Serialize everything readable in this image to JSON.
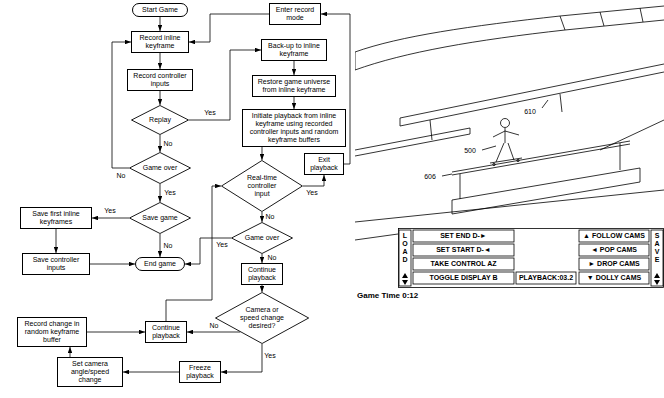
{
  "diagram": {
    "caption": "Game Time 0:12",
    "nodes": [
      {
        "text": [
          "Start Game"
        ]
      },
      {
        "text": [
          "Enter record mode"
        ]
      },
      {
        "text": [
          "Record inline keyframe"
        ]
      },
      {
        "text": [
          "Record controller inputs"
        ]
      },
      {
        "text": [
          "Back-up to inline keyframe"
        ]
      },
      {
        "text": [
          "Restore game universe from inline keyframe"
        ]
      },
      {
        "text": [
          "Replay"
        ]
      },
      {
        "text": [
          "Initiate playback from inline keyframe using recorded controller inputs and random keyframe buffers"
        ]
      },
      {
        "text": [
          "Game over"
        ]
      },
      {
        "text": [
          "Exit playback"
        ]
      },
      {
        "text": [
          "Real-time controller input"
        ]
      },
      {
        "text": [
          "Save game"
        ]
      },
      {
        "text": [
          "Save first inline keyframes"
        ]
      },
      {
        "text": [
          "Game over"
        ]
      },
      {
        "text": [
          "Save controller inputs"
        ]
      },
      {
        "text": [
          "End game"
        ]
      },
      {
        "text": [
          "Continue playback"
        ]
      },
      {
        "text": [
          "Record change in random keyframe buffer"
        ]
      },
      {
        "text": [
          "Continue playback"
        ]
      },
      {
        "text": [
          "Camera or speed change desired?"
        ]
      },
      {
        "text": [
          "Set camera angle/speed change"
        ]
      },
      {
        "text": [
          "Freeze playback"
        ]
      }
    ],
    "edges": [
      {
        "from": 0,
        "to": 2,
        "arrow": "to"
      },
      {
        "from": 2,
        "to": 3,
        "arrow": "to"
      },
      {
        "from": 3,
        "to": 6,
        "arrow": "to"
      },
      {
        "from": 6,
        "to": 4,
        "label": "Yes",
        "arrow": "to"
      },
      {
        "from": 6,
        "to": 8,
        "label": "No",
        "arrow": "to"
      },
      {
        "from": 4,
        "to": 5,
        "arrow": "to"
      },
      {
        "from": 5,
        "to": 7,
        "arrow": "to"
      },
      {
        "from": 7,
        "to": 10,
        "arrow": "to"
      },
      {
        "from": 10,
        "to": 9,
        "label": "Yes",
        "arrow": "to"
      },
      {
        "from": 9,
        "to": 1,
        "arrow": "to"
      },
      {
        "from": 1,
        "to": 2,
        "arrow": "to"
      },
      {
        "from": 8,
        "to": 2,
        "label": "No",
        "arrow": "to"
      },
      {
        "from": 8,
        "to": 11,
        "label": "Yes",
        "arrow": "to"
      },
      {
        "from": 11,
        "to": 12,
        "label": "Yes",
        "arrow": "to"
      },
      {
        "from": 11,
        "to": 15,
        "label": "No",
        "arrow": "to"
      },
      {
        "from": 12,
        "to": 14,
        "arrow": "to"
      },
      {
        "from": 14,
        "to": 15,
        "arrow": "to"
      },
      {
        "from": 10,
        "to": 13,
        "label": "No",
        "arrow": "to"
      },
      {
        "from": 13,
        "to": 15,
        "label": "Yes",
        "arrow": "to"
      },
      {
        "from": 13,
        "to": 16,
        "label": "No",
        "arrow": "to"
      },
      {
        "from": 16,
        "to": 19,
        "arrow": "to"
      },
      {
        "from": 19,
        "to": 18,
        "label": "No",
        "arrow": "to"
      },
      {
        "from": 19,
        "to": 21,
        "label": "Yes",
        "arrow": "to"
      },
      {
        "from": 21,
        "to": 20,
        "arrow": "to"
      },
      {
        "from": 20,
        "to": 17,
        "arrow": "to"
      },
      {
        "from": 17,
        "to": 18,
        "arrow": "to"
      },
      {
        "from": 18,
        "to": 10,
        "arrow": "to"
      }
    ],
    "labels": [
      "610",
      "500",
      "606",
      "LOAD",
      "SET END D-►",
      "SET START D-◄",
      "TAKE CONTROL AZ",
      "TOGGLE DISPLAY B",
      "PLAYBACK:03.2",
      "▲ FOLLOW CAMS",
      "◄ POP CAMS",
      "► DROP CAMS",
      "▼ DOLLY CAMS",
      "SAVE"
    ]
  }
}
